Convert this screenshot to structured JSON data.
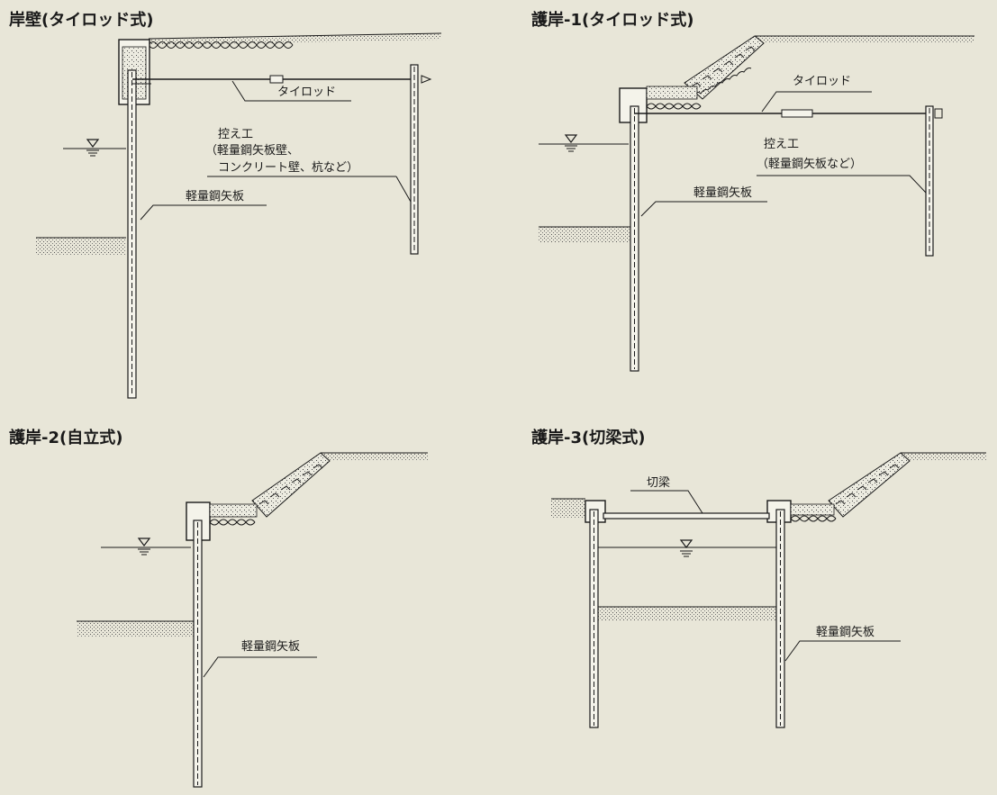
{
  "panels": {
    "tl": {
      "title": "岸壁(タイロッド式)",
      "tie_rod": "タイロッド",
      "anchor_1": "控え工",
      "anchor_2": "（軽量鋼矢板壁、",
      "anchor_3": "コンクリート壁、杭など）",
      "pile": "軽量鋼矢板"
    },
    "tr": {
      "title": "護岸-1(タイロッド式)",
      "tie_rod": "タイロッド",
      "anchor_1": "控え工",
      "anchor_2": "（軽量鋼矢板など）",
      "pile": "軽量鋼矢板"
    },
    "bl": {
      "title": "護岸-2(自立式)",
      "pile": "軽量鋼矢板"
    },
    "br": {
      "title": "護岸-3(切梁式)",
      "strut": "切梁",
      "pile": "軽量鋼矢板"
    }
  },
  "icons": {
    "water_level": "water-level-icon"
  },
  "colors": {
    "background": "#e8e6d8",
    "ink": "#1a1a1a",
    "pile_fill": "#f4f3ea"
  }
}
